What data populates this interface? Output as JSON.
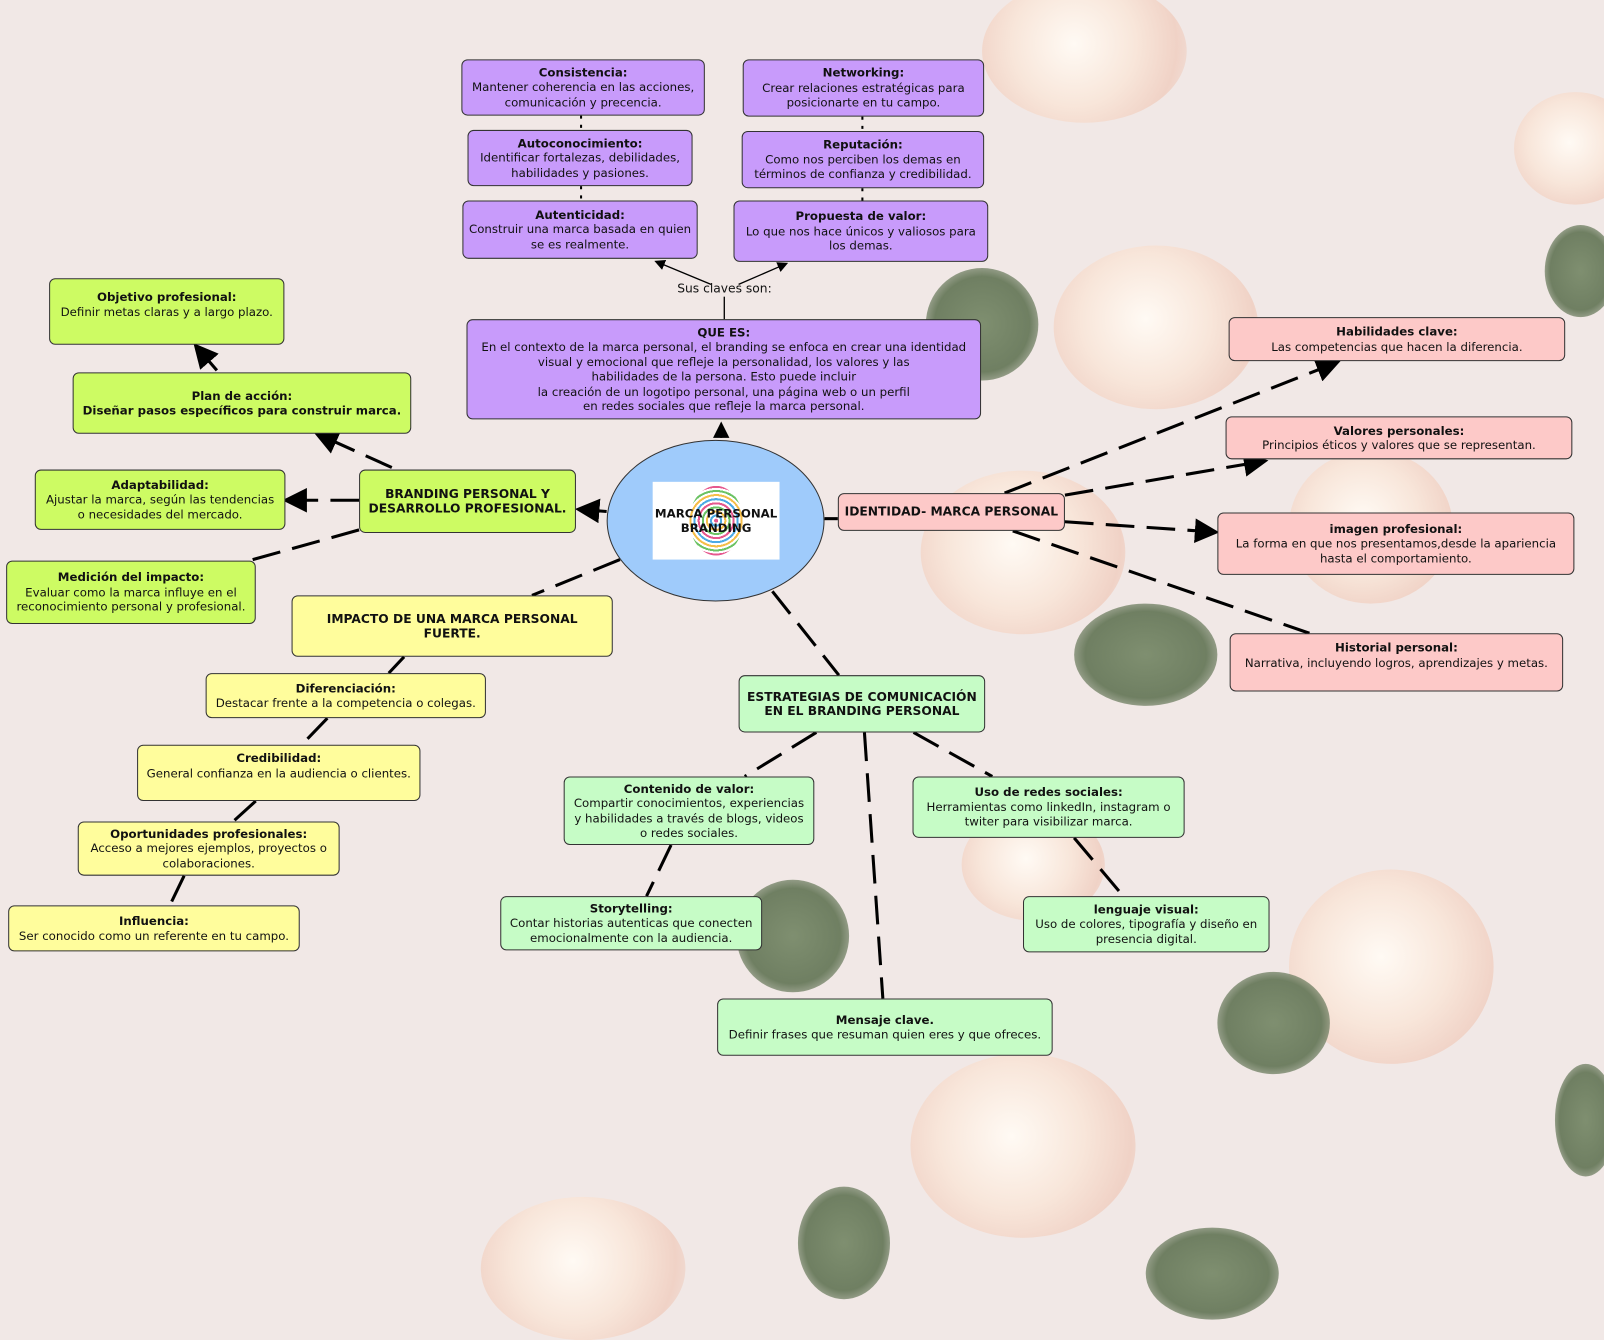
{
  "center": {
    "title_line1": "MARCA PERSONAL",
    "title_line2": "BRANDING"
  },
  "top": {
    "connector_label": "Sus claves son:",
    "que_es": {
      "title": "QUE ES:",
      "lines": [
        "En el contexto de la marca personal, el branding se enfoca en crear una identidad",
        "visual y emocional que refleje la personalidad, los valores y las",
        "habilidades de la persona. Esto puede incluir",
        "la creación de un logotipo personal, una página web o un perfil",
        "en redes sociales que refleje la marca personal."
      ]
    },
    "keys": [
      {
        "title": "Consistencia:",
        "text": "Mantener coherencia en las acciones, comunicación y precencia."
      },
      {
        "title": "Autoconocimiento:",
        "text": "Identificar fortalezas, debilidades, habilidades y pasiones."
      },
      {
        "title": "Autenticidad:",
        "text": "Construir una marca basada en quien se es realmente."
      },
      {
        "title": "Networking:",
        "text": "Crear relaciones estratégicas para posicionarte en tu campo."
      },
      {
        "title": "Reputación:",
        "text": "Como nos perciben los demas en términos de confianza y credibilidad."
      },
      {
        "title": "Propuesta de valor:",
        "text": "Lo que nos hace únicos y valiosos para los demas."
      }
    ]
  },
  "branding": {
    "title": "BRANDING PERSONAL Y DESARROLLO PROFESIONAL.",
    "items": [
      {
        "title": "Objetivo profesional:",
        "text": "Definir metas claras y a largo plazo."
      },
      {
        "title": "Plan de acción:",
        "text": "Diseñar pasos específicos para construir marca."
      },
      {
        "title": "Adaptabilidad:",
        "text": "Ajustar la marca, según las tendencias o necesidades del mercado."
      },
      {
        "title": "Medición del impacto:",
        "text": "Evaluar como la marca influye en el reconocimiento personal y profesional."
      }
    ]
  },
  "identidad": {
    "title": "IDENTIDAD- MARCA PERSONAL",
    "items": [
      {
        "title": "Habilidades clave:",
        "text": "Las competencias que hacen la diferencia."
      },
      {
        "title": "Valores personales:",
        "text": "Principios éticos y valores que se representan."
      },
      {
        "title": "imagen profesional:",
        "text": "La forma en que nos presentamos,desde la apariencia hasta el comportamiento."
      },
      {
        "title": "Historial personal:",
        "text": "Narrativa, incluyendo logros, aprendizajes y metas."
      }
    ]
  },
  "impacto": {
    "title": "IMPACTO DE UNA MARCA PERSONAL FUERTE.",
    "items": [
      {
        "title": "Diferenciación:",
        "text": "Destacar frente a la competencia o colegas."
      },
      {
        "title": "Credibilidad:",
        "text": "General confianza en la audiencia o clientes."
      },
      {
        "title": "Oportunidades profesionales:",
        "text": "Acceso a mejores ejemplos, proyectos o colaboraciones."
      },
      {
        "title": "Influencia:",
        "text": "Ser conocido como un referente en tu campo."
      }
    ]
  },
  "estrategias": {
    "title": "ESTRATEGIAS DE COMUNICACIÓN EN EL BRANDING PERSONAL",
    "items": [
      {
        "title": "Contenido de valor:",
        "text": "Compartir conocimientos, experiencias y habilidades a través de blogs, videos o redes sociales."
      },
      {
        "title": "Uso de redes sociales:",
        "text": "Herramientas como linkedIn, instagram o twiter para visibilizar marca."
      },
      {
        "title": "Storytelling:",
        "text": "Contar historias autenticas que conecten emocionalmente con la audiencia."
      },
      {
        "title": "lenguaje visual:",
        "text": "Uso de colores, tipografía y diseño en presencia digital."
      },
      {
        "title": "Mensaje clave.",
        "text": "Definir frases que resuman quien eres y que ofreces."
      }
    ]
  }
}
